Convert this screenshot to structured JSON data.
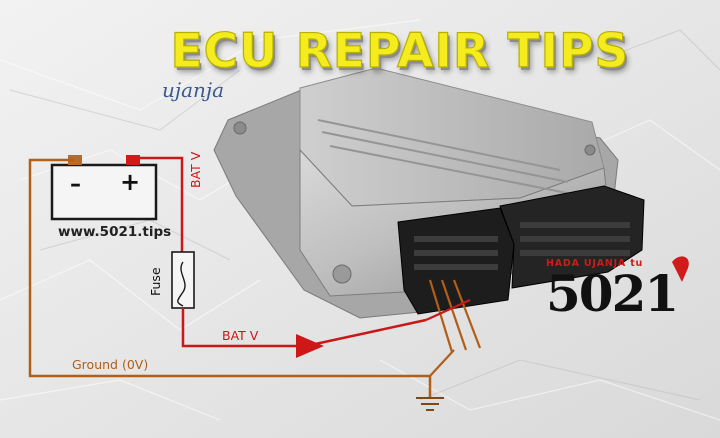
{
  "title": "ECU REPAIR TIPS",
  "subtitle": "ujanja",
  "website": "www.5021.tips",
  "battery": {
    "minus_symbol": "–",
    "plus_symbol": "+"
  },
  "labels": {
    "bat_v_vertical": "BAT V",
    "bat_v_horizontal": "BAT V",
    "fuse": "Fuse",
    "ground": "Ground (0V)"
  },
  "brand": {
    "tagline": "HADA UJANJA tu",
    "number": "5021"
  },
  "colors": {
    "title_yellow": "#f4ec1f",
    "wire_red": "#c81818",
    "wire_ground": "#b05e18",
    "brand_red": "#d11a1a"
  }
}
